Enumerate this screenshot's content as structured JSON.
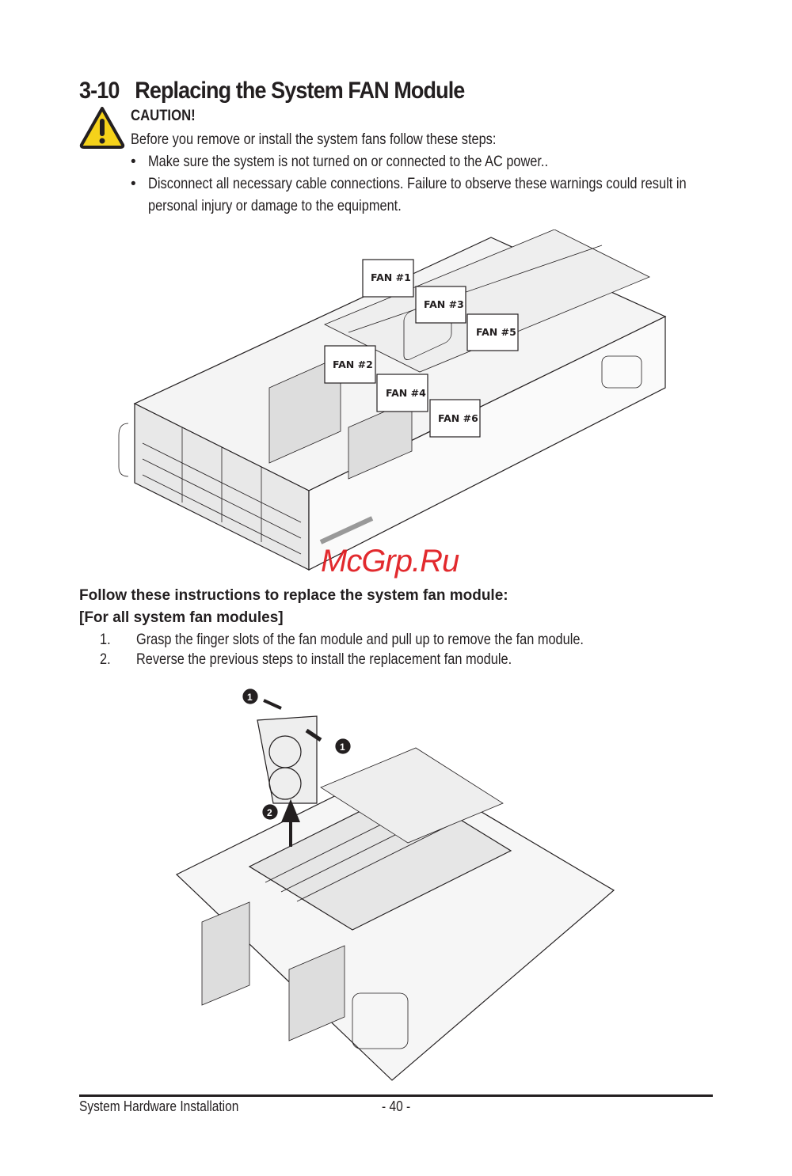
{
  "section": {
    "number": "3-10",
    "title": "Replacing the System FAN Module"
  },
  "caution": {
    "icon": "warning-triangle-icon",
    "label": "CAUTION!",
    "intro": "Before you remove or install the system fans follow these steps:",
    "bullets": [
      "Make sure the system is not turned on or connected to the AC power..",
      "Disconnect all necessary cable connections. Failure to observe these warnings could result in",
      "personal injury or damage to the equipment."
    ]
  },
  "figure1": {
    "fan_labels": [
      "FAN #1",
      "FAN #3",
      "FAN #5",
      "FAN #2",
      "FAN #4",
      "FAN #6"
    ]
  },
  "instructions": {
    "heading": "Follow these instructions to replace the system fan module:",
    "subheading": "[For all system fan modules]",
    "steps": [
      {
        "num": "1.",
        "text": "Grasp the finger slots of the fan module and pull up to remove the fan module."
      },
      {
        "num": "2.",
        "text": "Reverse the previous steps to install the replacement fan module."
      }
    ]
  },
  "figure2": {
    "callouts": [
      "1",
      "1",
      "2"
    ]
  },
  "watermark": "McGrp.Ru",
  "footer": {
    "left": "System Hardware Installation",
    "page": "- 40 -"
  }
}
